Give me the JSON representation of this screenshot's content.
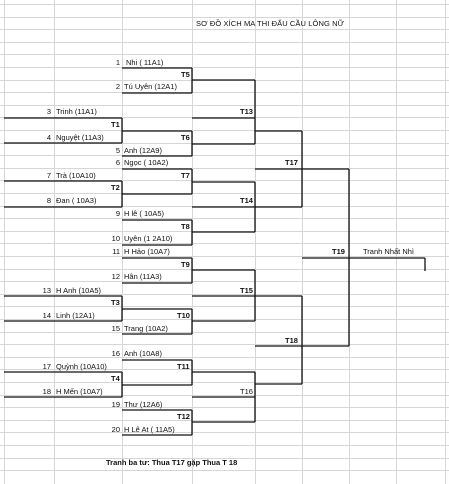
{
  "title": "SƠ ĐỒ XÍCH MA THI ĐẤU CẦU LÔNG NỮ",
  "players": [
    {
      "no": "1",
      "name": "Nhi ( 11A1)"
    },
    {
      "no": "2",
      "name": "Tú Uyên (12A1)"
    },
    {
      "no": "3",
      "name": "Trinh (11A1)"
    },
    {
      "no": "4",
      "name": "Nguyệt (11A3)"
    },
    {
      "no": "5",
      "name": "Anh (12A9)"
    },
    {
      "no": "6",
      "name": "Ngọc ( 10A2)"
    },
    {
      "no": "7",
      "name": "Trà (10A10)"
    },
    {
      "no": "8",
      "name": "Đan ( 10A3)"
    },
    {
      "no": "9",
      "name": "H lê ( 10A5)"
    },
    {
      "no": "10",
      "name": "Uyên (1 2A10)"
    },
    {
      "no": "11",
      "name": "H Hảo (10A7)"
    },
    {
      "no": "12",
      "name": "Hân (11A3)"
    },
    {
      "no": "13",
      "name": "H Anh (10A5)"
    },
    {
      "no": "14",
      "name": "Linh (12A1)"
    },
    {
      "no": "15",
      "name": "Trang (10A2)"
    },
    {
      "no": "16",
      "name": "Anh (10A8)"
    },
    {
      "no": "17",
      "name": "Quỳnh (10A10)"
    },
    {
      "no": "18",
      "name": "H Mến (10A7)"
    },
    {
      "no": "19",
      "name": "Thư (12A6)"
    },
    {
      "no": "20",
      "name": "H Lê At ( 11A5)"
    }
  ],
  "matches": [
    "T1",
    "T2",
    "T3",
    "T4",
    "T5",
    "T6",
    "T7",
    "T8",
    "T9",
    "T10",
    "T11",
    "T12",
    "T13",
    "T14",
    "T15",
    "T16",
    "T17",
    "T18",
    "T19"
  ],
  "winner": "Tranh Nhất Nhì",
  "footer": "Tranh ba tư: Thua T17 gặp Thua T 18"
}
